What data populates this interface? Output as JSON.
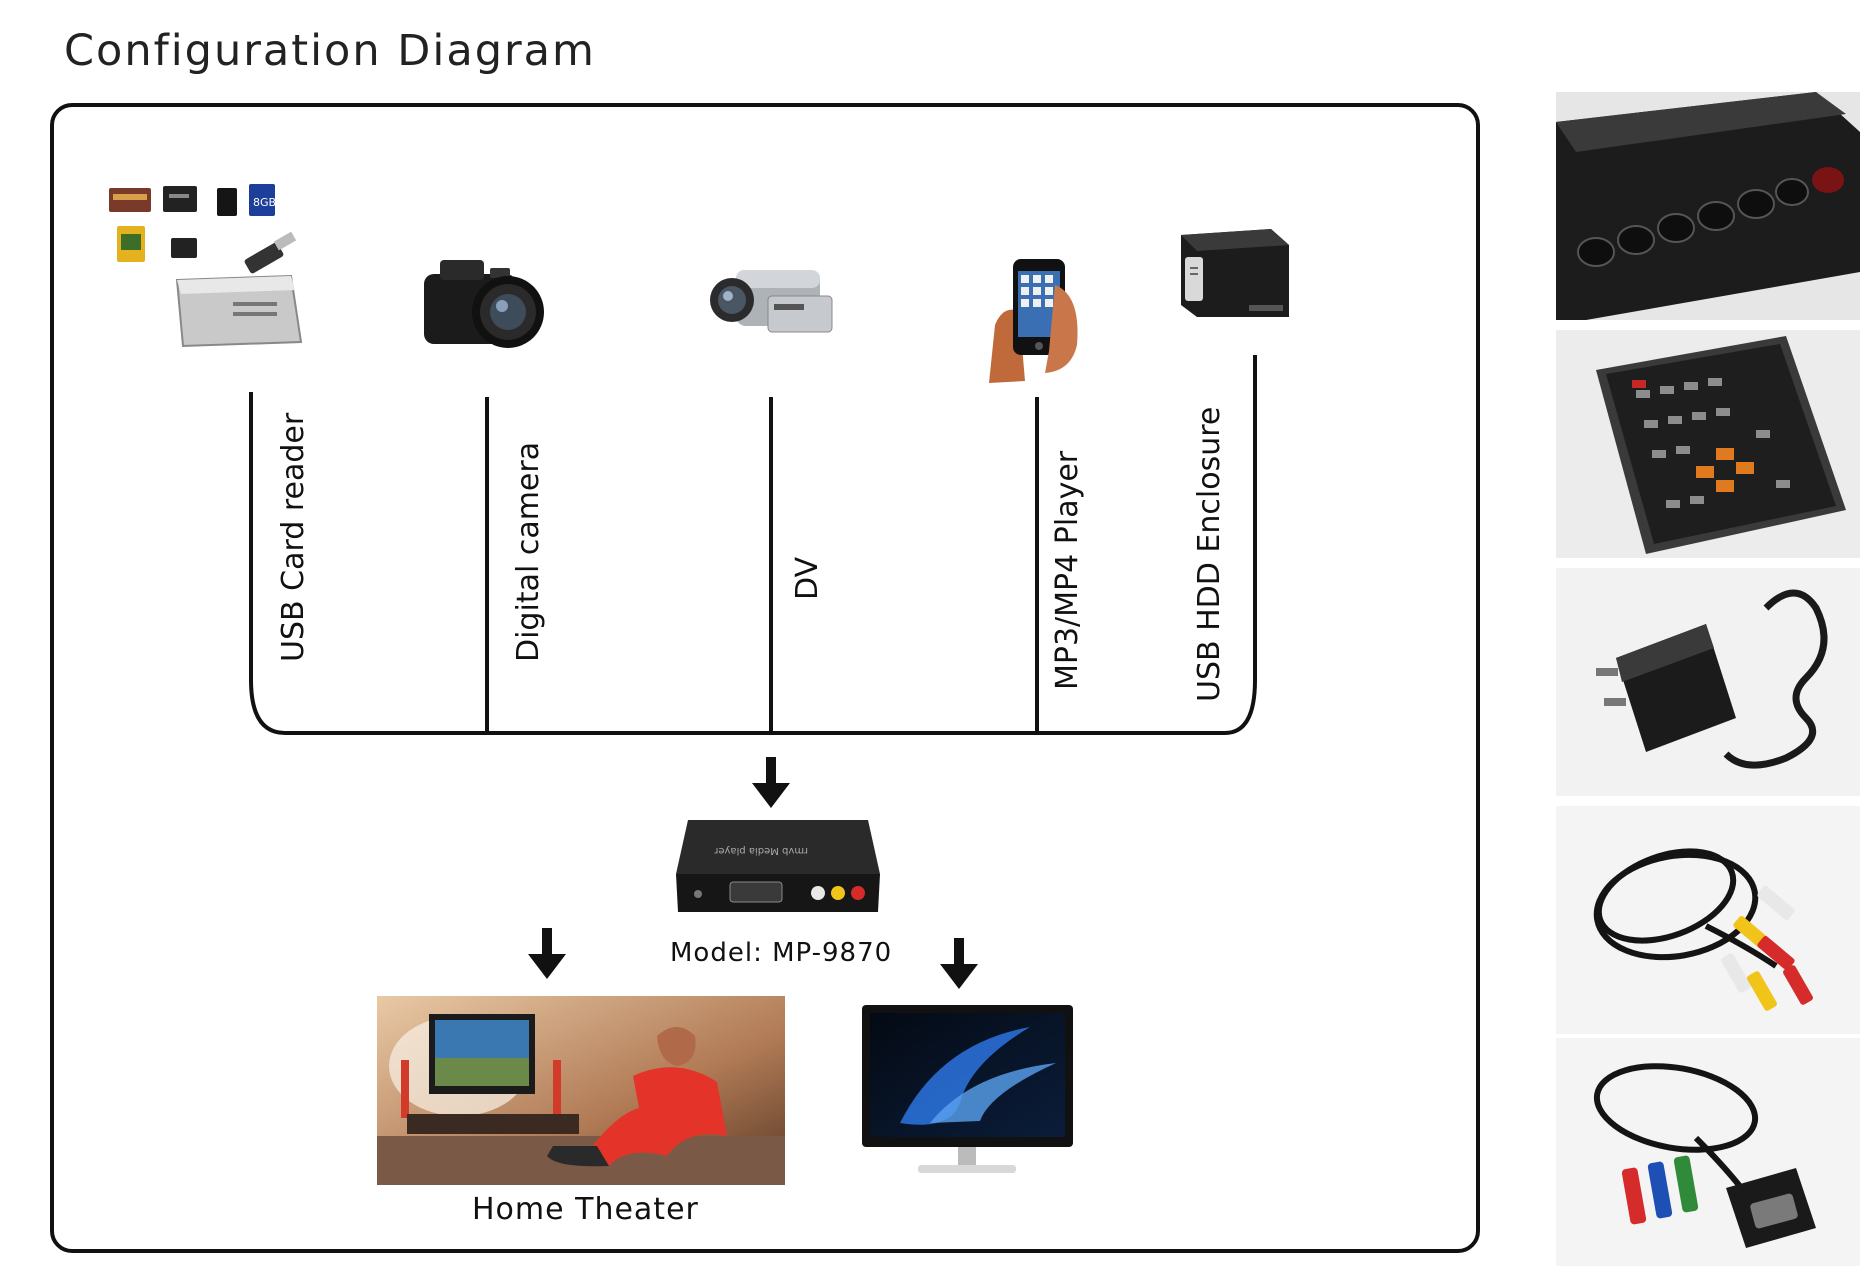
{
  "title": "Configuration Diagram",
  "sources": [
    {
      "label": "USB Card reader",
      "icon": "usb-card-reader-icon"
    },
    {
      "label": "Digital camera",
      "icon": "digital-camera-icon"
    },
    {
      "label": "DV",
      "icon": "camcorder-icon"
    },
    {
      "label": "MP3/MP4 Player",
      "icon": "mp3-player-icon"
    },
    {
      "label": "USB HDD Enclosure",
      "icon": "hdd-enclosure-icon"
    }
  ],
  "device": {
    "model_label": "Model: MP-9870",
    "printed_text": "rmvb  Media player"
  },
  "outputs": [
    {
      "label": "Home Theater",
      "icon": "home-theater-photo"
    },
    {
      "label": "",
      "icon": "monitor-icon"
    }
  ],
  "accessories": [
    {
      "icon": "player-buttons-photo"
    },
    {
      "icon": "remote-control-photo"
    },
    {
      "icon": "power-adapter-photo"
    },
    {
      "icon": "av-cable-photo"
    },
    {
      "icon": "vga-cable-photo"
    }
  ],
  "colors": {
    "line": "#111111",
    "accent_red": "#c62828",
    "accent_orange": "#e07a1e"
  }
}
